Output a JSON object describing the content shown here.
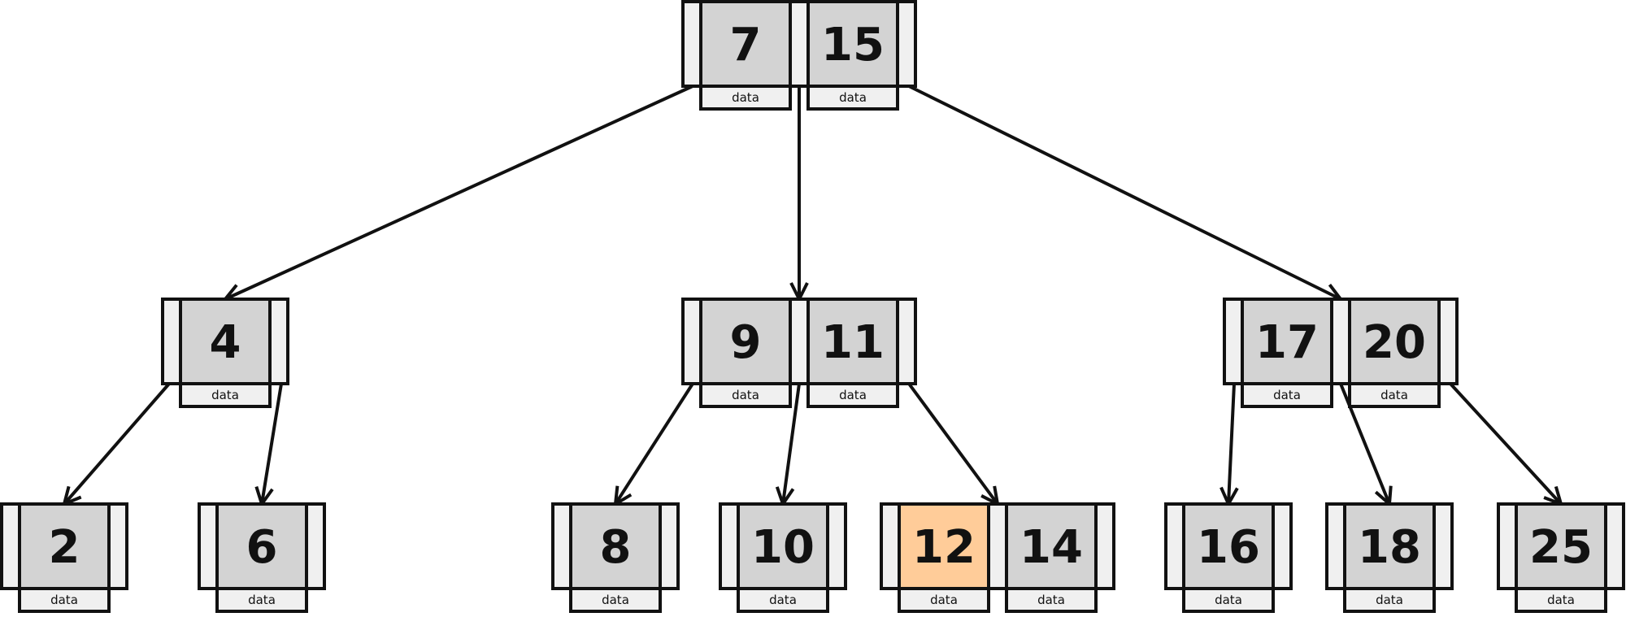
{
  "colors": {
    "key_fill": "#d3d3d3",
    "pointer_fill": "#f0f0f0",
    "highlight_fill": "#ffcc99",
    "stroke": "#111111",
    "background": "#ffffff"
  },
  "data_label": "data",
  "nodes": [
    {
      "id": "n7-15",
      "keys": [
        "7",
        "15"
      ]
    },
    {
      "id": "n4",
      "keys": [
        "4"
      ]
    },
    {
      "id": "n9-11",
      "keys": [
        "9",
        "11"
      ]
    },
    {
      "id": "n17-20",
      "keys": [
        "17",
        "20"
      ]
    },
    {
      "id": "n2",
      "keys": [
        "2"
      ]
    },
    {
      "id": "n6",
      "keys": [
        "6"
      ]
    },
    {
      "id": "n8",
      "keys": [
        "8"
      ]
    },
    {
      "id": "n10",
      "keys": [
        "10"
      ]
    },
    {
      "id": "n12-14",
      "keys": [
        "12",
        "14"
      ],
      "highlighted_key": "12"
    },
    {
      "id": "n16",
      "keys": [
        "16"
      ]
    },
    {
      "id": "n18",
      "keys": [
        "18"
      ]
    },
    {
      "id": "n25",
      "keys": [
        "25"
      ]
    }
  ],
  "edges": [
    {
      "from": "n7-15",
      "to": "n4"
    },
    {
      "from": "n7-15",
      "to": "n9-11"
    },
    {
      "from": "n7-15",
      "to": "n17-20"
    },
    {
      "from": "n4",
      "to": "n2"
    },
    {
      "from": "n4",
      "to": "n6"
    },
    {
      "from": "n9-11",
      "to": "n8"
    },
    {
      "from": "n9-11",
      "to": "n10"
    },
    {
      "from": "n9-11",
      "to": "n12-14"
    },
    {
      "from": "n17-20",
      "to": "n16"
    },
    {
      "from": "n17-20",
      "to": "n18"
    },
    {
      "from": "n17-20",
      "to": "n25"
    }
  ]
}
